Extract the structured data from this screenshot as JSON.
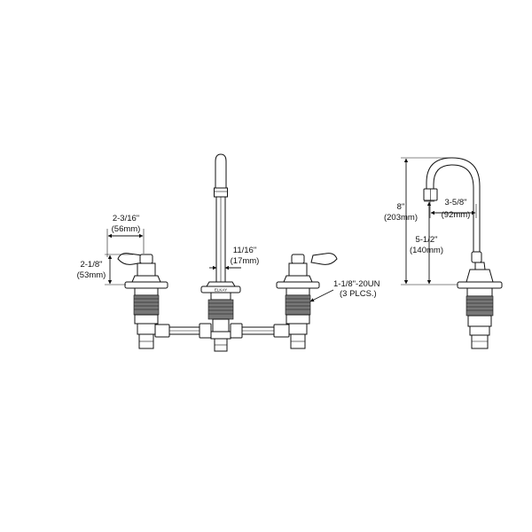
{
  "dimensions": {
    "handle_spread": {
      "imperial": "2-3/16\"",
      "metric": "(56mm)"
    },
    "handle_height": {
      "imperial": "2-1/8\"",
      "metric": "(53mm)"
    },
    "spout_diameter": {
      "imperial": "11/16\"",
      "metric": "(17mm)"
    },
    "thread": {
      "spec": "1-1/8\"-20UN",
      "note": "(3 PLCS.)"
    },
    "spout_height": {
      "imperial": "8\"",
      "metric": "(203mm)"
    },
    "spout_reach": {
      "imperial": "3-5/8\"",
      "metric": "(92mm)"
    },
    "spout_clearance": {
      "imperial": "5-1/2\"",
      "metric": "(140mm)"
    }
  },
  "logo_text": "ELKAY"
}
